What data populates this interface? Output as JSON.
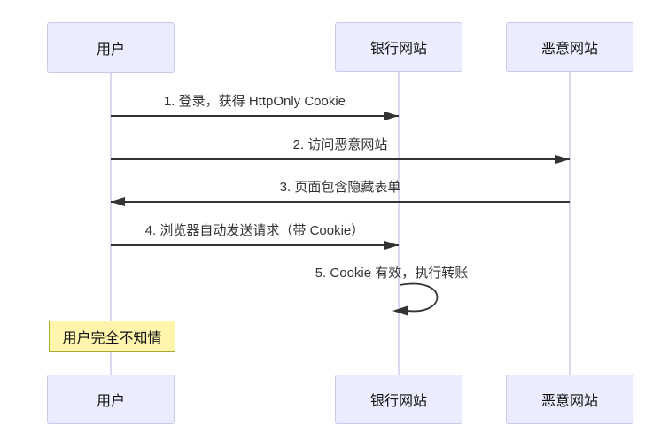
{
  "diagram": {
    "type": "sequence-diagram",
    "actors": [
      {
        "name": "用户"
      },
      {
        "name": "银行网站"
      },
      {
        "name": "恶意网站"
      }
    ],
    "messages": [
      {
        "label": "1. 登录，获得 HttpOnly Cookie",
        "from": "用户",
        "to": "银行网站",
        "direction": "right",
        "style": "solid"
      },
      {
        "label": "2. 访问恶意网站",
        "from": "用户",
        "to": "恶意网站",
        "direction": "right",
        "style": "solid"
      },
      {
        "label": "3. 页面包含隐藏表单",
        "from": "恶意网站",
        "to": "用户",
        "direction": "left",
        "style": "solid"
      },
      {
        "label": "4. 浏览器自动发送请求（带 Cookie）",
        "from": "用户",
        "to": "银行网站",
        "direction": "right",
        "style": "solid"
      },
      {
        "label": "5. Cookie 有效，执行转账",
        "from": "银行网站",
        "to": "银行网站",
        "direction": "self",
        "style": "solid"
      }
    ],
    "note": {
      "text": "用户完全不知情",
      "position": "over 用户"
    },
    "colors": {
      "actor_fill": "#ECECFF",
      "actor_border": "#C9C9EA",
      "lifeline": "#D8D8F0",
      "arrow": "#333333",
      "note_fill": "#FFF5AD",
      "note_border": "#AAAA33",
      "text": "#333333"
    }
  }
}
